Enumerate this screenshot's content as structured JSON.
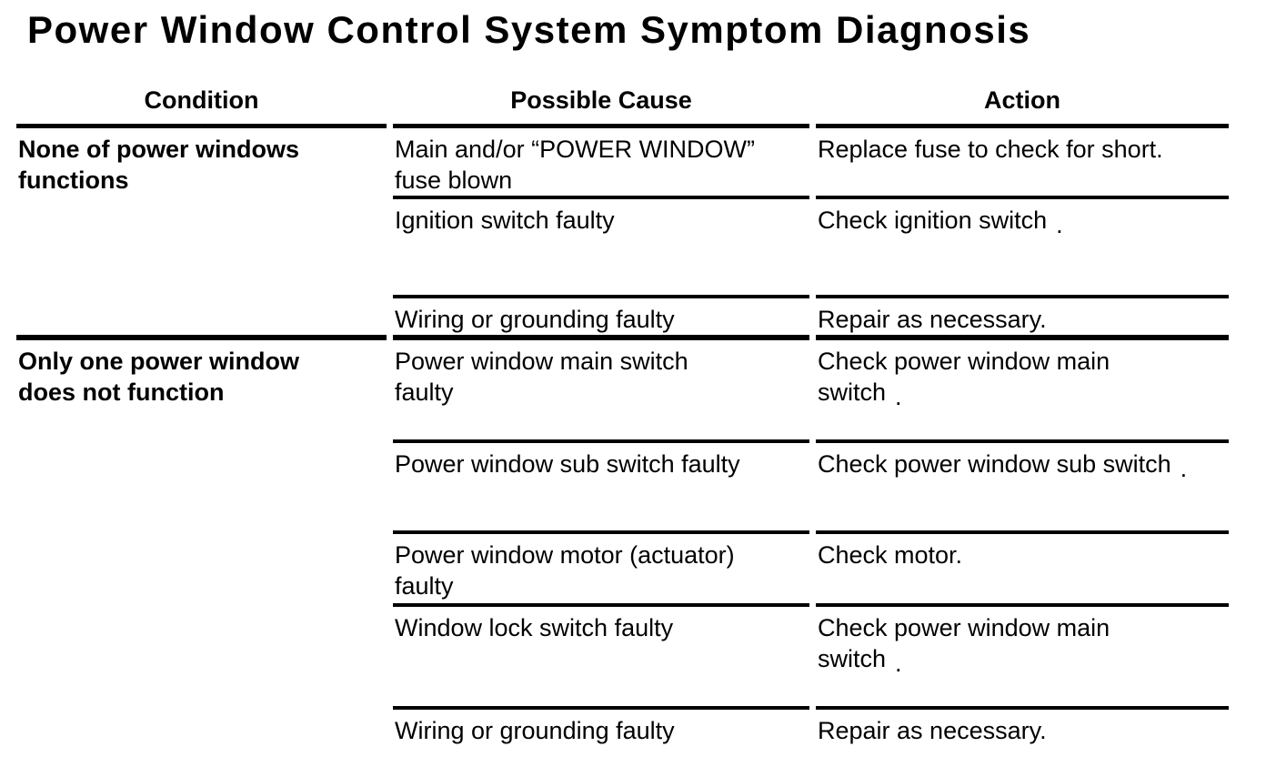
{
  "title": "Power Window Control System Symptom Diagnosis",
  "table": {
    "headers": [
      "Condition",
      "Possible Cause",
      "Action"
    ],
    "groups": [
      {
        "condition": "None of power windows\nfunctions",
        "rows": [
          {
            "cause": "Main and/or “POWER WINDOW”\nfuse blown",
            "action": "Replace fuse to check for short."
          },
          {
            "cause": "Ignition switch faulty",
            "action": "Check ignition switch",
            "trailing_period": "."
          },
          {
            "cause": "Wiring or grounding faulty",
            "action": "Repair as necessary."
          }
        ]
      },
      {
        "condition": "Only one power window\ndoes not function",
        "rows": [
          {
            "cause": "Power window main switch\nfaulty",
            "action": "Check power window main\nswitch",
            "trailing_period": "."
          },
          {
            "cause": "Power window sub switch faulty",
            "action": "Check power window sub switch",
            "trailing_period": "."
          },
          {
            "cause": "Power window motor (actuator)\nfaulty",
            "action": "Check motor."
          },
          {
            "cause": "Window lock switch faulty",
            "action": "Check power window main\nswitch",
            "trailing_period": "."
          },
          {
            "cause": "Wiring or grounding faulty",
            "action": "Repair as necessary."
          }
        ]
      }
    ]
  },
  "colors": {
    "text": "#000000",
    "background": "#ffffff",
    "rule": "#000000"
  }
}
